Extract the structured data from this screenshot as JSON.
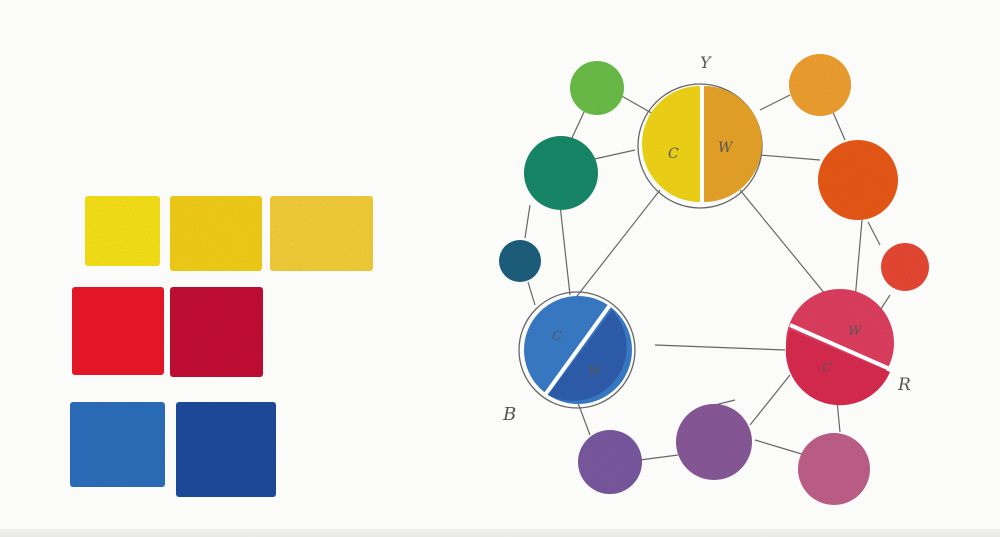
{
  "image_kind": "watercolor-color-wheel-sketch",
  "swatches": {
    "yellow": [
      "#f8e21a",
      "#f3cf1c",
      "#f4cf3a"
    ],
    "red": [
      "#ec1c2a",
      "#c41836"
    ],
    "blue": [
      "#2e6fbd",
      "#244e9e"
    ]
  },
  "wheel_labels": {
    "top": "Y",
    "left": "B",
    "right": "R",
    "cool": "C",
    "warm": "W"
  },
  "colors": {
    "yellow_cool": "#f2d51e",
    "yellow_warm": "#e8a42a",
    "blue_cool": "#3a7dc8",
    "blue_warm": "#2d5aa6",
    "red_warm": "#e04060",
    "red_cool": "#d0294c",
    "green_light": "#6cbf4a",
    "green_dark": "#1f8a6a",
    "teal": "#20607e",
    "orange_light": "#f0a030",
    "orange": "#ea5a1c",
    "red_orange": "#e84a35",
    "violet_blue": "#7a5aa0",
    "violet": "#8a5a9a",
    "magenta": "#c0608a",
    "pencil": "#555555"
  }
}
